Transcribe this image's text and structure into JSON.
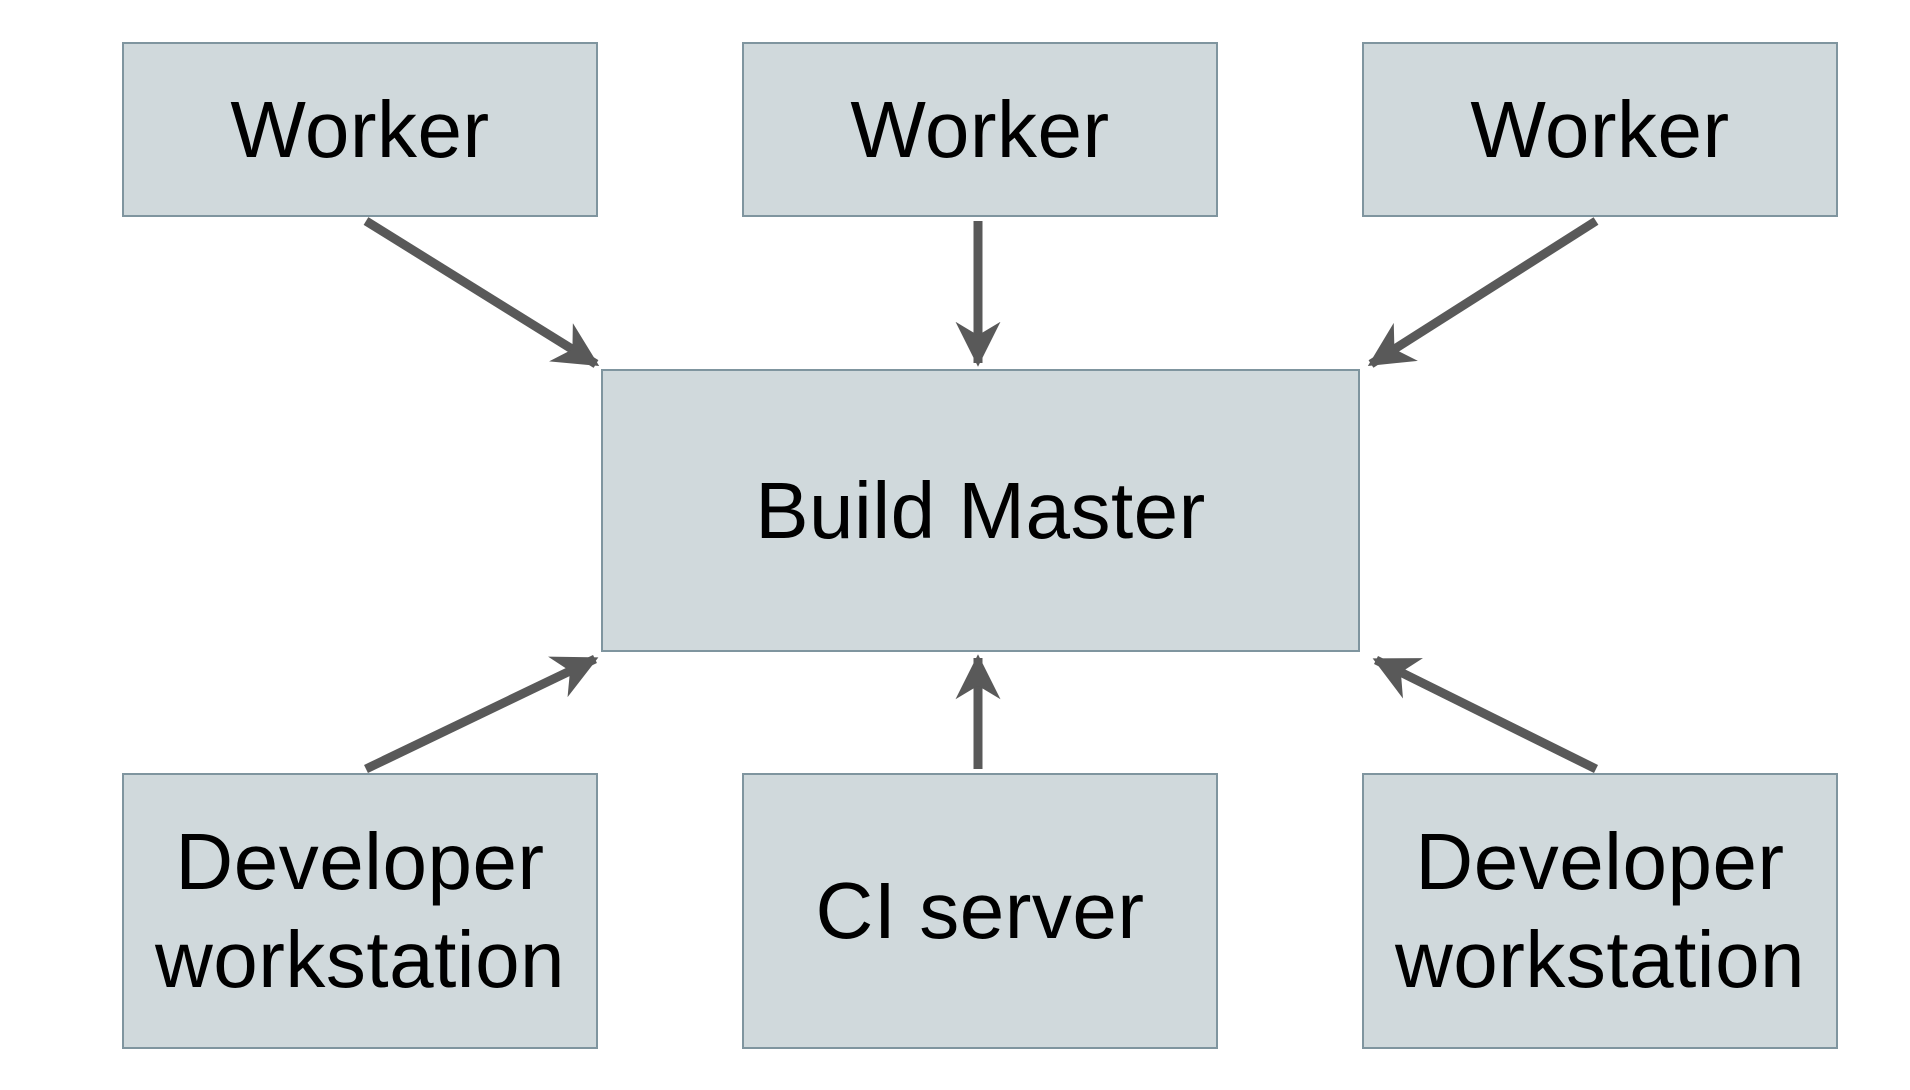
{
  "diagram": {
    "colors": {
      "background": "#ffffff",
      "node_fill": "#d0d9dc",
      "node_border": "#7f959f",
      "arrow": "#595959",
      "text": "#000000"
    },
    "nodes": [
      {
        "id": "worker-left",
        "label": "Worker"
      },
      {
        "id": "worker-center",
        "label": "Worker"
      },
      {
        "id": "worker-right",
        "label": "Worker"
      },
      {
        "id": "build-master",
        "label": "Build Master"
      },
      {
        "id": "developer-workstation-left",
        "label": "Developer workstation"
      },
      {
        "id": "ci-server",
        "label": "CI server"
      },
      {
        "id": "developer-workstation-right",
        "label": "Developer workstation"
      }
    ],
    "edges": [
      {
        "from": "worker-left",
        "to": "build-master"
      },
      {
        "from": "worker-center",
        "to": "build-master"
      },
      {
        "from": "worker-right",
        "to": "build-master"
      },
      {
        "from": "developer-workstation-left",
        "to": "build-master"
      },
      {
        "from": "ci-server",
        "to": "build-master"
      },
      {
        "from": "developer-workstation-right",
        "to": "build-master"
      }
    ]
  }
}
